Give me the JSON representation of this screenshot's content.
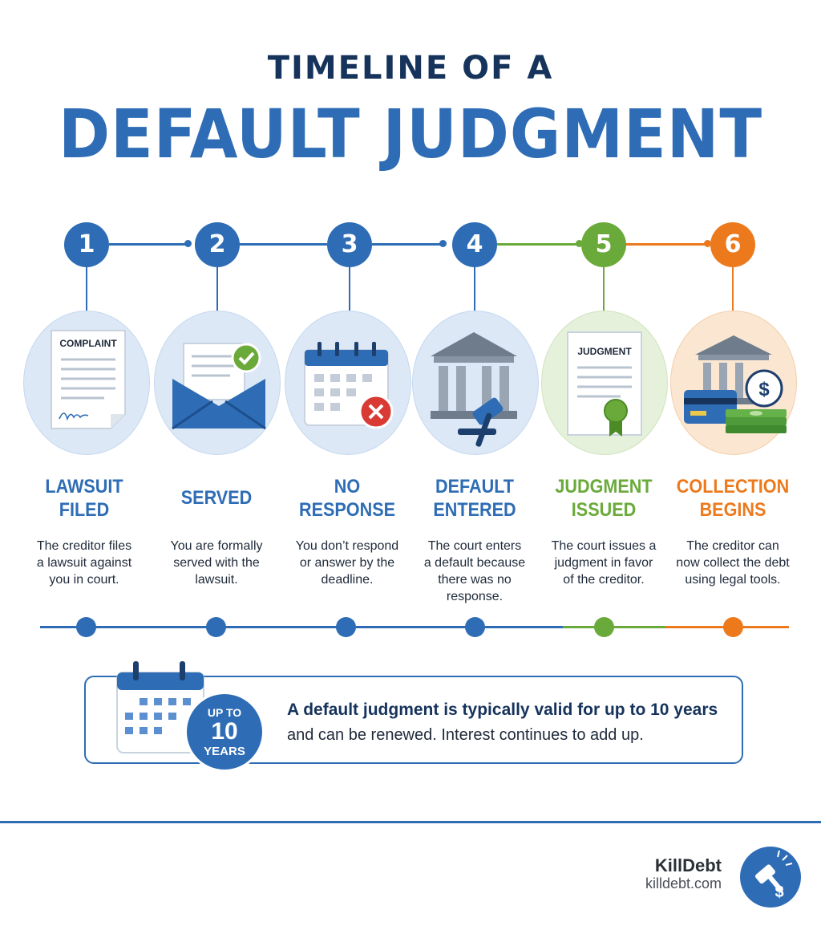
{
  "title": {
    "line1": "TIMELINE OF A",
    "line2": "DEFAULT JUDGMENT"
  },
  "colors": {
    "blue": "#2e6db5",
    "navy": "#16335c",
    "green": "#6aaa3a",
    "orange": "#ec7a1d"
  },
  "steps": [
    {
      "number": "1",
      "title_l1": "LAWSUIT",
      "title_l2": "FILED",
      "desc_l1": "The creditor files",
      "desc_l2": "a lawsuit against",
      "desc_l3": "you in court.",
      "desc_l4": "",
      "icon": "complaint-document-icon",
      "doc_label": "COMPLAINT",
      "color": "#2e6db5"
    },
    {
      "number": "2",
      "title_l1": "SERVED",
      "title_l2": "",
      "desc_l1": "You are formally",
      "desc_l2": "served with the",
      "desc_l3": "lawsuit.",
      "desc_l4": "",
      "icon": "envelope-check-icon",
      "color": "#2e6db5"
    },
    {
      "number": "3",
      "title_l1": "NO",
      "title_l2": "RESPONSE",
      "desc_l1": "You don’t respond",
      "desc_l2": "or answer by the",
      "desc_l3": "deadline.",
      "desc_l4": "",
      "icon": "calendar-x-icon",
      "color": "#2e6db5"
    },
    {
      "number": "4",
      "title_l1": "DEFAULT",
      "title_l2": "ENTERED",
      "desc_l1": "The court enters",
      "desc_l2": "a default because",
      "desc_l3": "there was no",
      "desc_l4": "response.",
      "icon": "courthouse-gavel-icon",
      "color": "#2e6db5"
    },
    {
      "number": "5",
      "title_l1": "JUDGMENT",
      "title_l2": "ISSUED",
      "desc_l1": "The court issues a",
      "desc_l2": "judgment in favor",
      "desc_l3": "of the creditor.",
      "desc_l4": "",
      "icon": "judgment-document-icon",
      "doc_label": "JUDGMENT",
      "color": "#6aaa3a"
    },
    {
      "number": "6",
      "title_l1": "COLLECTION",
      "title_l2": "BEGINS",
      "desc_l1": "The creditor can",
      "desc_l2": "now collect the debt",
      "desc_l3": "using legal tools.",
      "desc_l4": "",
      "icon": "bank-money-icon",
      "color": "#ec7a1d"
    }
  ],
  "info": {
    "badge_l1": "UP TO",
    "badge_l2": "10",
    "badge_l3": "YEARS",
    "line1": "A default judgment is typically valid for up to 10 years",
    "line2": "and can be renewed. Interest continues to add up."
  },
  "brand": {
    "name": "KillDebt",
    "url": "killdebt.com"
  }
}
